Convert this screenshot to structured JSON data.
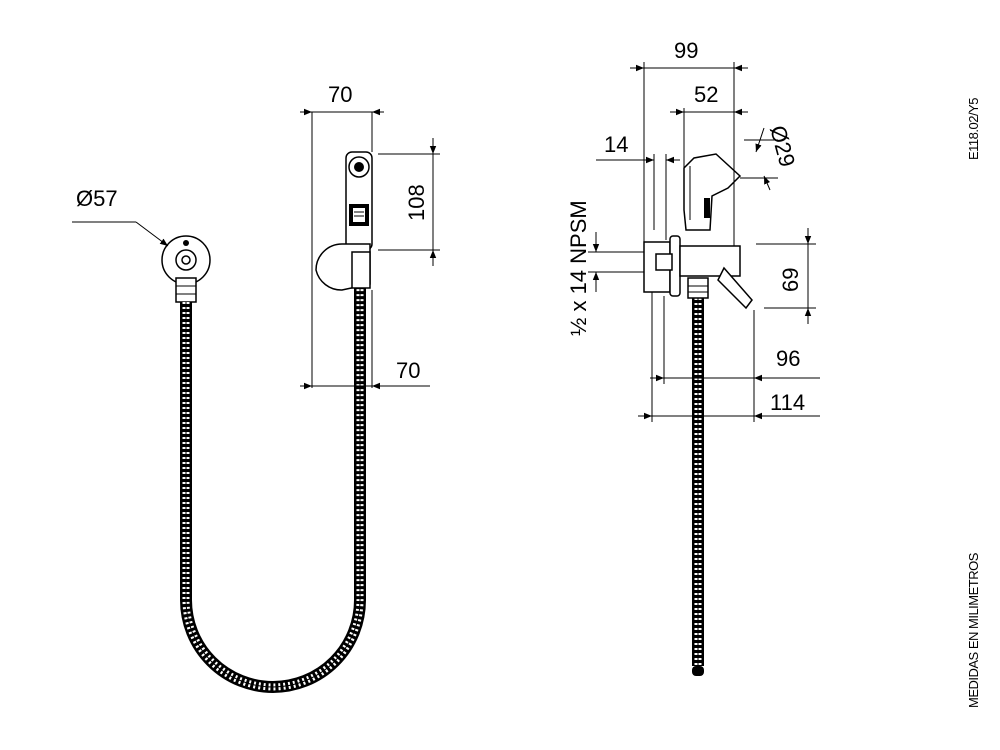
{
  "dimensions": {
    "front_width_top": "70",
    "front_width_bottom": "70",
    "front_height_spray": "108",
    "flange_diameter": "Ø57",
    "side_total_width": "99",
    "side_head_width": "52",
    "side_offset": "14",
    "side_nozzle_diameter": "Ø29",
    "side_valve_height": "69",
    "side_depth_mid": "96",
    "side_depth_total": "114",
    "thread_spec": "½ x 14 NPSM"
  },
  "side_labels": {
    "model_code": "E118.02/Y5",
    "units_note": "MEDIDAS EN MILIMETROS"
  },
  "colors": {
    "line": "#000000",
    "background": "#ffffff"
  }
}
